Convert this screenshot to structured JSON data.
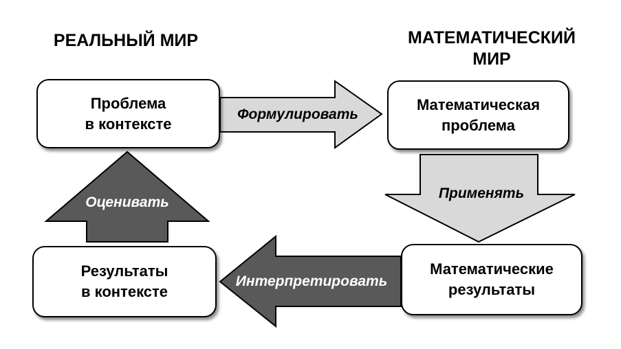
{
  "headings": {
    "real_world": "РЕАЛЬНЫЙ МИР",
    "math_world": "МАТЕМАТИЧЕСКИЙ\nМИР"
  },
  "boxes": {
    "problem_in_context": "Проблема\nв контексте",
    "math_problem": "Математическая\nпроблема",
    "math_results": "Математические\nрезультаты",
    "results_in_context": "Результаты\nв контексте"
  },
  "arrows": {
    "formulate": "Формулировать",
    "apply": "Применять",
    "interpret": "Интерпретировать",
    "evaluate": "Оценивать"
  },
  "colors": {
    "light_arrow": "#d9d9d9",
    "dark_arrow": "#595959",
    "light_label": "#000000",
    "dark_label": "#ffffff",
    "outline": "#000000"
  }
}
